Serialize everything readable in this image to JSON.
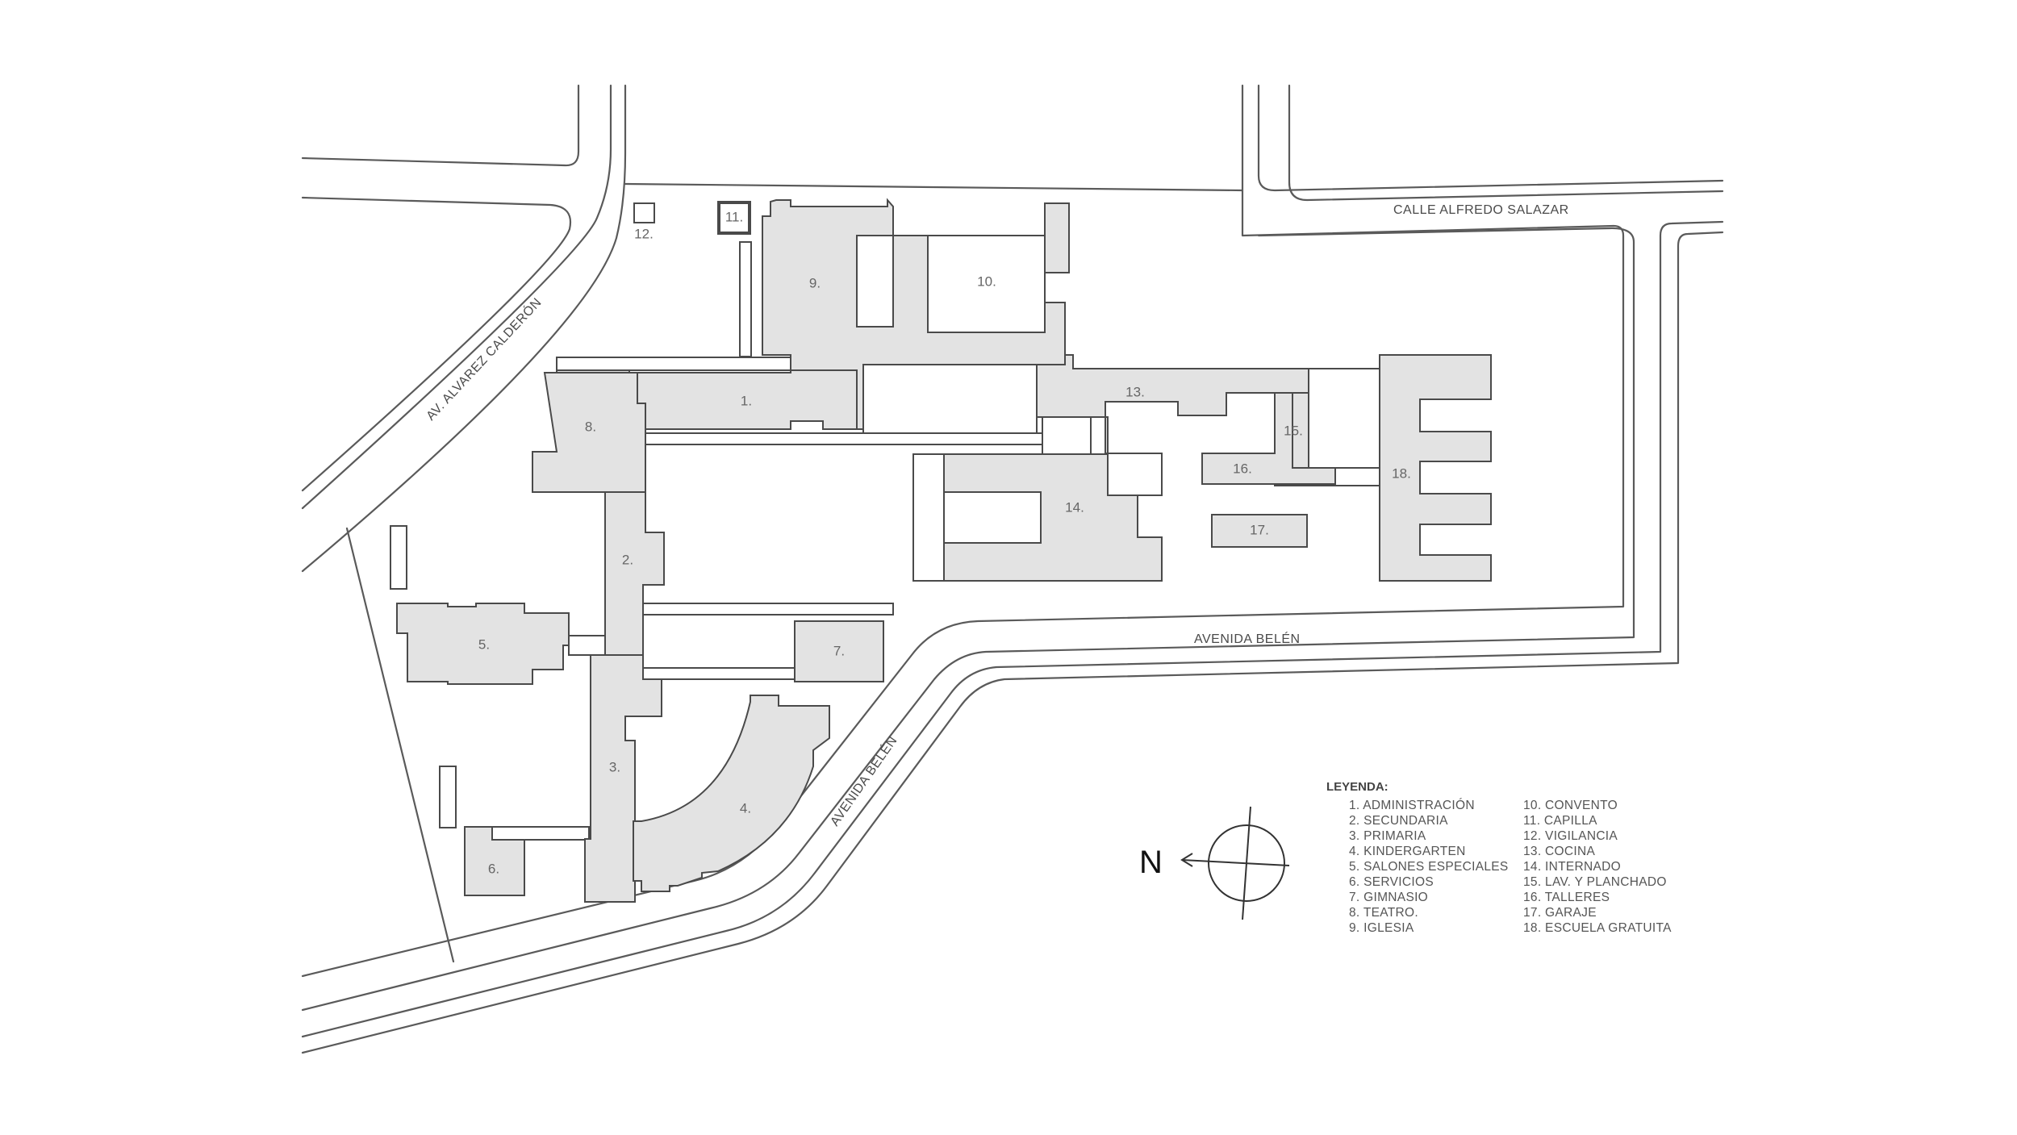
{
  "streets": {
    "alvarez": "AV. ALVAREZ CALDERÓN",
    "salazar": "CALLE ALFREDO SALAZAR",
    "belen_1": "AVENIDA BELÉN",
    "belen_2": "AVENIDA BELÉN"
  },
  "buildings": [
    {
      "id": "b1",
      "label": "1."
    },
    {
      "id": "b2",
      "label": "2."
    },
    {
      "id": "b3",
      "label": "3."
    },
    {
      "id": "b4",
      "label": "4."
    },
    {
      "id": "b5",
      "label": "5."
    },
    {
      "id": "b6",
      "label": "6."
    },
    {
      "id": "b7",
      "label": "7."
    },
    {
      "id": "b8",
      "label": "8."
    },
    {
      "id": "b9",
      "label": "9."
    },
    {
      "id": "b10",
      "label": "10."
    },
    {
      "id": "b11",
      "label": "11."
    },
    {
      "id": "b12",
      "label": "12."
    },
    {
      "id": "b13",
      "label": "13."
    },
    {
      "id": "b14",
      "label": "14."
    },
    {
      "id": "b15",
      "label": "15."
    },
    {
      "id": "b16",
      "label": "16."
    },
    {
      "id": "b17",
      "label": "17."
    },
    {
      "id": "b18",
      "label": "18."
    }
  ],
  "legend": {
    "title": "LEYENDA:",
    "items": [
      "1. ADMINISTRACIÓN",
      "2. SECUNDARIA",
      "3. PRIMARIA",
      "4. KINDERGARTEN",
      "5. SALONES ESPECIALES",
      "6. SERVICIOS",
      "7. GIMNASIO",
      "8. TEATRO.",
      "9. IGLESIA",
      "10. CONVENTO",
      "11. CAPILLA",
      "12. VIGILANCIA",
      "13. COCINA",
      "14. INTERNADO",
      "15. LAV. Y PLANCHADO",
      "16. TALLERES",
      "17. GARAJE",
      "18. ESCUELA GRATUITA"
    ]
  },
  "compass": {
    "label": "N"
  },
  "colors": {
    "building_fill": "#e3e3e3",
    "line": "#4a4a4a",
    "background": "#ffffff"
  }
}
